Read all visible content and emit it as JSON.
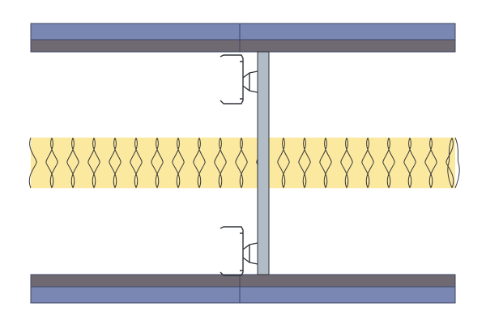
{
  "diagram": {
    "kind": "wall-section",
    "colors": {
      "background": "#ffffff",
      "board_face": "#7a87b3",
      "board_edge": "#3d4566",
      "board_core": "#6f6a72",
      "stud": "#b2bcc6",
      "stud_edge": "#2f3338",
      "channel": "#2f3338",
      "insulation_fill": "#fbe9a0",
      "insulation_line": "#3a3a3a"
    },
    "icons": {
      "insulation": "mineral-wool-insulation",
      "stud": "steel-stud",
      "channel": "resilient-channel"
    }
  }
}
